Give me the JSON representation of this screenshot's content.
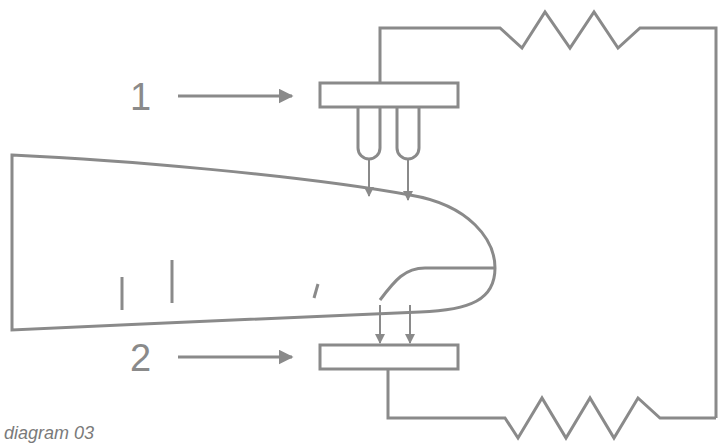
{
  "diagram": {
    "labels": [
      "1",
      "2",
      "diagram 03"
    ]
  }
}
